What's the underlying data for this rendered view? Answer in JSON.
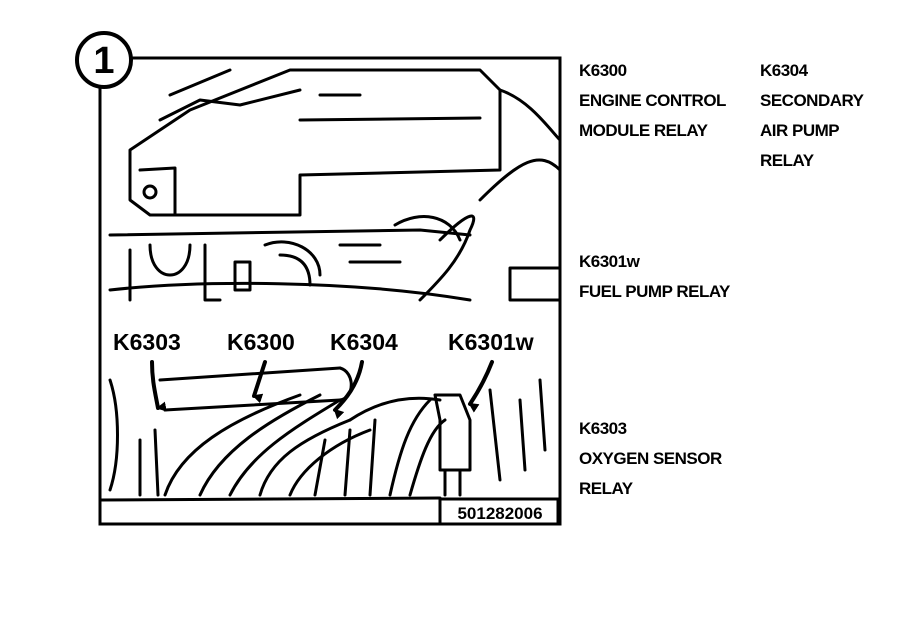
{
  "figure": {
    "number": "1",
    "callouts": [
      "K6303",
      "K6300",
      "K6304",
      "K6301w"
    ],
    "reference": "501282006"
  },
  "legend": [
    {
      "code": "K6300",
      "lines": [
        "ENGINE CONTROL",
        "MODULE RELAY"
      ]
    },
    {
      "code": "K6304",
      "lines": [
        "SECONDARY",
        "AIR PUMP",
        "RELAY"
      ]
    },
    {
      "code": "K6301w",
      "lines": [
        "FUEL PUMP RELAY"
      ]
    },
    {
      "code": "K6303",
      "lines": [
        "OXYGEN SENSOR",
        "RELAY"
      ]
    }
  ]
}
